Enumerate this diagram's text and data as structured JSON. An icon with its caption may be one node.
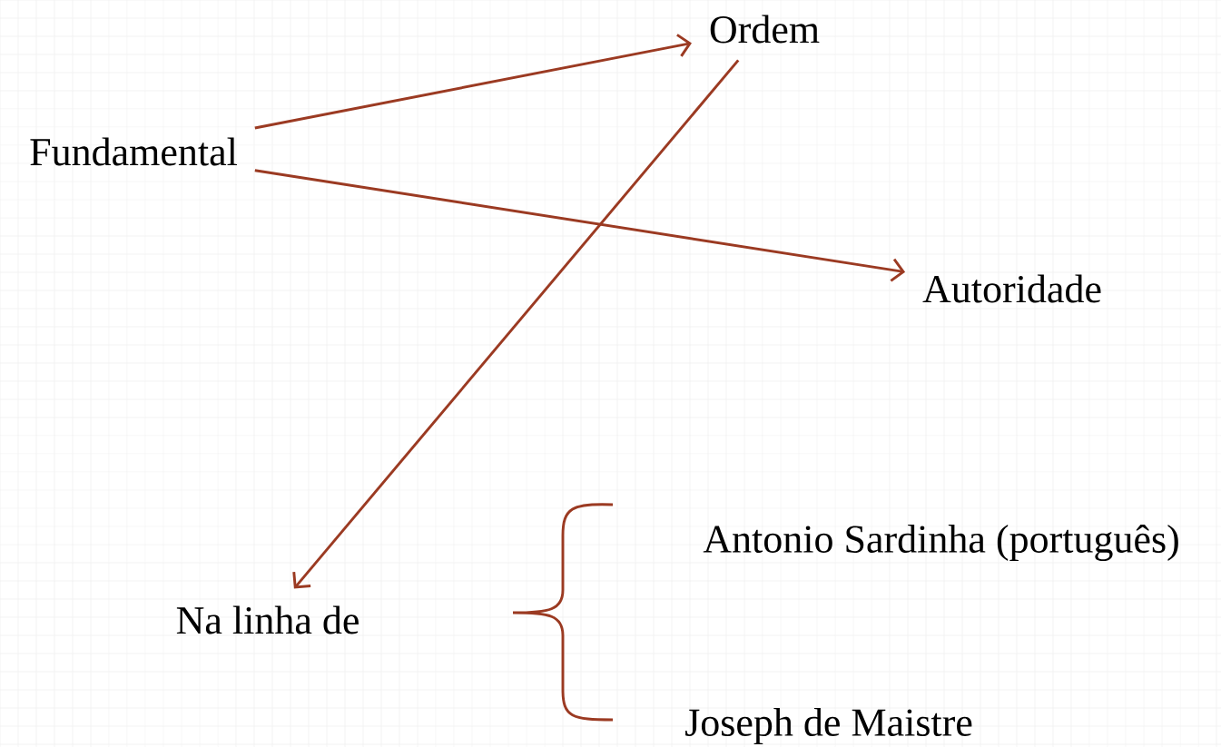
{
  "diagram": {
    "nodes": [
      {
        "text": [
          "Ordem"
        ]
      },
      {
        "text": [
          "Fundamental"
        ]
      },
      {
        "text": [
          "Autoridade"
        ]
      },
      {
        "text": [
          "Na linha de"
        ]
      },
      {
        "text": [
          "Antonio Sardinha (português)"
        ]
      },
      {
        "text": [
          "Joseph de Maistre"
        ]
      }
    ],
    "edges": [
      {
        "from": 1,
        "to": 0,
        "arrow": "to"
      },
      {
        "from": 1,
        "to": 2,
        "arrow": "to"
      },
      {
        "from": 0,
        "to": 3,
        "arrow": "to"
      }
    ]
  }
}
